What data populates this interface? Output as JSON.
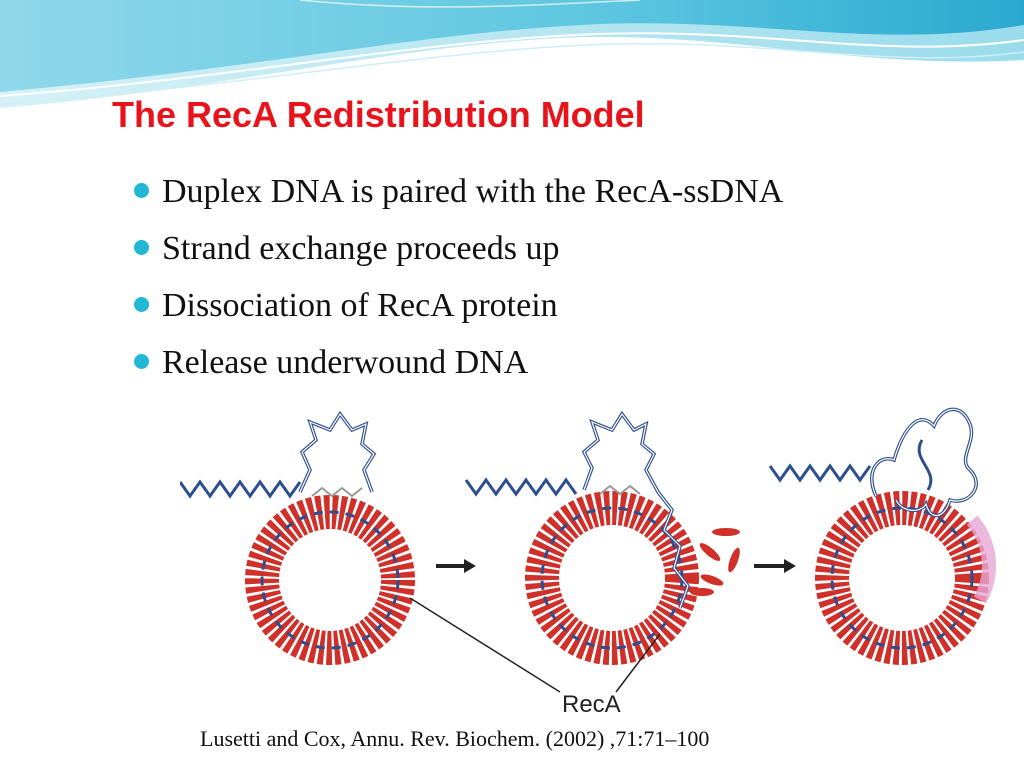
{
  "title": "The RecA Redistribution Model",
  "bullets": [
    "Duplex DNA is paired with the RecA-ssDNA",
    "Strand exchange proceeds up",
    "Dissociation of RecA protein",
    "Release underwound DNA"
  ],
  "figure": {
    "protein_label": "RecA"
  },
  "citation": "Lusetti and Cox, Annu. Rev. Biochem. (2002) ,71:71–100",
  "colors": {
    "title": "#e8141c",
    "bullet": "#22b8d4",
    "protein": "#d0302a",
    "dna": "#2e4f8e"
  }
}
